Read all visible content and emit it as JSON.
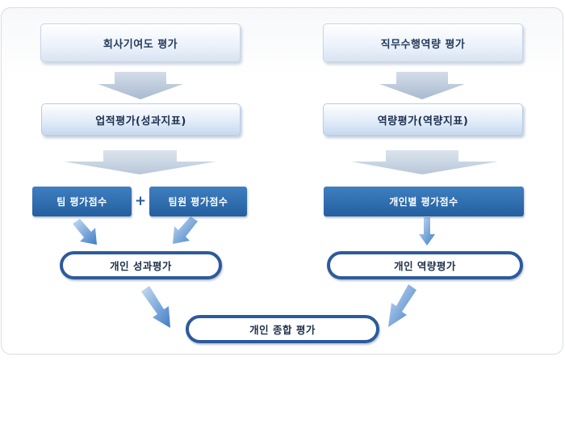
{
  "left": {
    "top_label": "회사기여도 평가",
    "mid_label": "업적평가(성과지표)",
    "team_score": "팀 평가점수",
    "plus": "+",
    "member_score": "팀원 평가점수",
    "result": "개인 성과평가"
  },
  "right": {
    "top_label": "직무수행역량 평가",
    "mid_label": "역량평가(역량지표)",
    "individual_score": "개인별 평가점수",
    "result": "개인 역량평가"
  },
  "final": {
    "label": "개인 종합 평가"
  }
}
